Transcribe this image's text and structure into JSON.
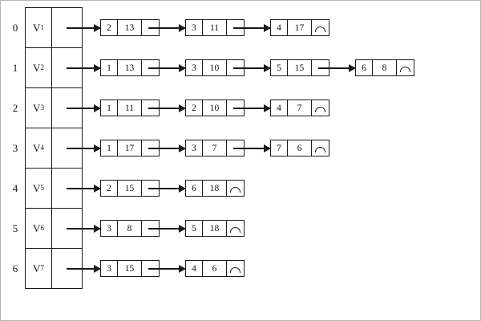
{
  "diagram": {
    "type": "adjacency-list",
    "null_symbol_icon": "arc-null-icon",
    "colors": {
      "line": "#1a1a1a",
      "background": "#ffffff"
    },
    "rows": [
      {
        "index": "0",
        "vertex_base": "V",
        "vertex_sub": "1",
        "nodes": [
          {
            "adj": "2",
            "weight": "13"
          },
          {
            "adj": "3",
            "weight": "11"
          },
          {
            "adj": "4",
            "weight": "17"
          }
        ]
      },
      {
        "index": "1",
        "vertex_base": "V",
        "vertex_sub": "2",
        "nodes": [
          {
            "adj": "1",
            "weight": "13"
          },
          {
            "adj": "3",
            "weight": "10"
          },
          {
            "adj": "5",
            "weight": "15"
          },
          {
            "adj": "6",
            "weight": "8"
          }
        ]
      },
      {
        "index": "2",
        "vertex_base": "V",
        "vertex_sub": "3",
        "nodes": [
          {
            "adj": "1",
            "weight": "11"
          },
          {
            "adj": "2",
            "weight": "10"
          },
          {
            "adj": "4",
            "weight": "7"
          }
        ]
      },
      {
        "index": "3",
        "vertex_base": "V",
        "vertex_sub": "4",
        "nodes": [
          {
            "adj": "1",
            "weight": "17"
          },
          {
            "adj": "3",
            "weight": "7"
          },
          {
            "adj": "7",
            "weight": "6"
          }
        ]
      },
      {
        "index": "4",
        "vertex_base": "V",
        "vertex_sub": "5",
        "nodes": [
          {
            "adj": "2",
            "weight": "15"
          },
          {
            "adj": "6",
            "weight": "18"
          }
        ]
      },
      {
        "index": "5",
        "vertex_base": "V",
        "vertex_sub": "6",
        "nodes": [
          {
            "adj": "3",
            "weight": "8"
          },
          {
            "adj": "5",
            "weight": "18"
          }
        ]
      },
      {
        "index": "6",
        "vertex_base": "V",
        "vertex_sub": "7",
        "nodes": [
          {
            "adj": "3",
            "weight": "15"
          },
          {
            "adj": "4",
            "weight": "6"
          }
        ]
      }
    ]
  }
}
